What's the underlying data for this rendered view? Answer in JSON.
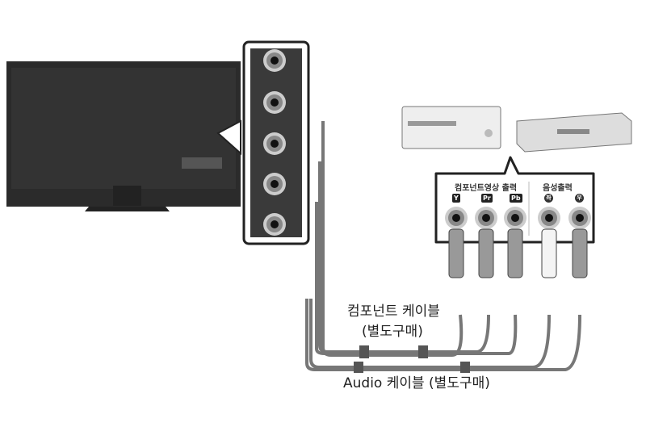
{
  "box": {
    "component_header": "컴포넌트영상 출력",
    "audio_header": "음성출력",
    "component_jacks": [
      "Y",
      "Pr",
      "Pb"
    ],
    "audio_jacks": [
      "좌",
      "우"
    ]
  },
  "labels": {
    "component_cable_line1": "컴포넌트 케이블",
    "component_cable_line2": "(별도구매)",
    "audio_cable": "Audio 케이블 (별도구매)"
  },
  "colors": {
    "tv": "#2a2a2a",
    "panel": "#3a3a3a",
    "cable": "#888888"
  }
}
